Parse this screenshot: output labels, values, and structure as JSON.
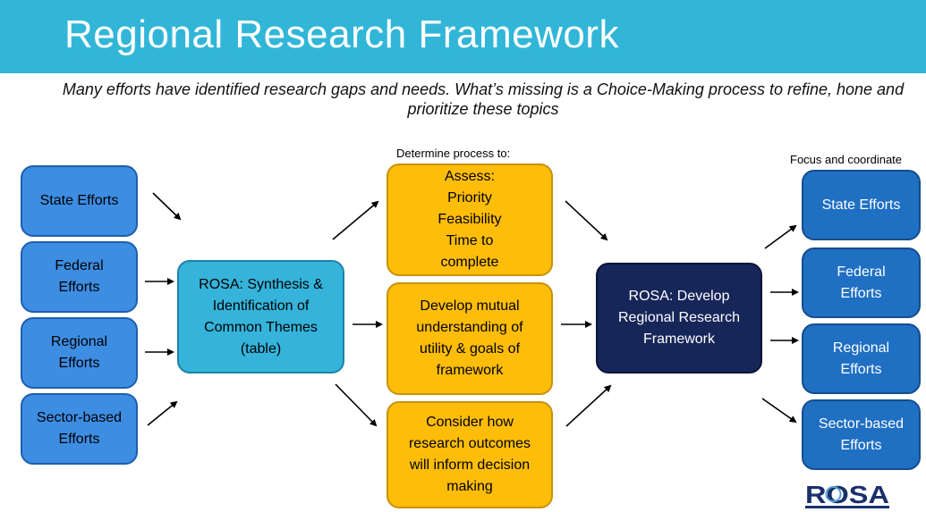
{
  "header": {
    "title": "Regional Research Framework",
    "subtitle": "Many efforts have identified research gaps and needs. What’s missing is a Choice-Making process to refine, hone and prioritize these topics"
  },
  "inputs": [
    {
      "label": "State Efforts"
    },
    {
      "label": "Federal Efforts"
    },
    {
      "label": "Regional Efforts"
    },
    {
      "label": "Sector-based Efforts"
    }
  ],
  "synthesis": {
    "label": "ROSA: Synthesis & Identification of Common Themes (table)"
  },
  "process": {
    "heading": "Determine process to:",
    "items": [
      {
        "label": "Assess: Priority Feasibility Time to complete"
      },
      {
        "label": "Develop mutual understanding of utility & goals of framework"
      },
      {
        "label": "Consider how research outcomes will inform decision making"
      }
    ]
  },
  "framework": {
    "label": "ROSA: Develop Regional Research Framework"
  },
  "outputs": {
    "heading": "Focus and coordinate",
    "items": [
      {
        "label": "State Efforts"
      },
      {
        "label": "Federal Efforts"
      },
      {
        "label": "Regional Efforts"
      },
      {
        "label": "Sector-based Efforts"
      }
    ]
  },
  "logo": {
    "text": "ROSA"
  },
  "colors": {
    "banner": "#31b6d8",
    "input_boxes": "#3d8de3",
    "synthesis_box": "#35b3da",
    "process_boxes": "#fdbd09",
    "framework_box": "#172659",
    "output_boxes": "#1f6fc3"
  }
}
